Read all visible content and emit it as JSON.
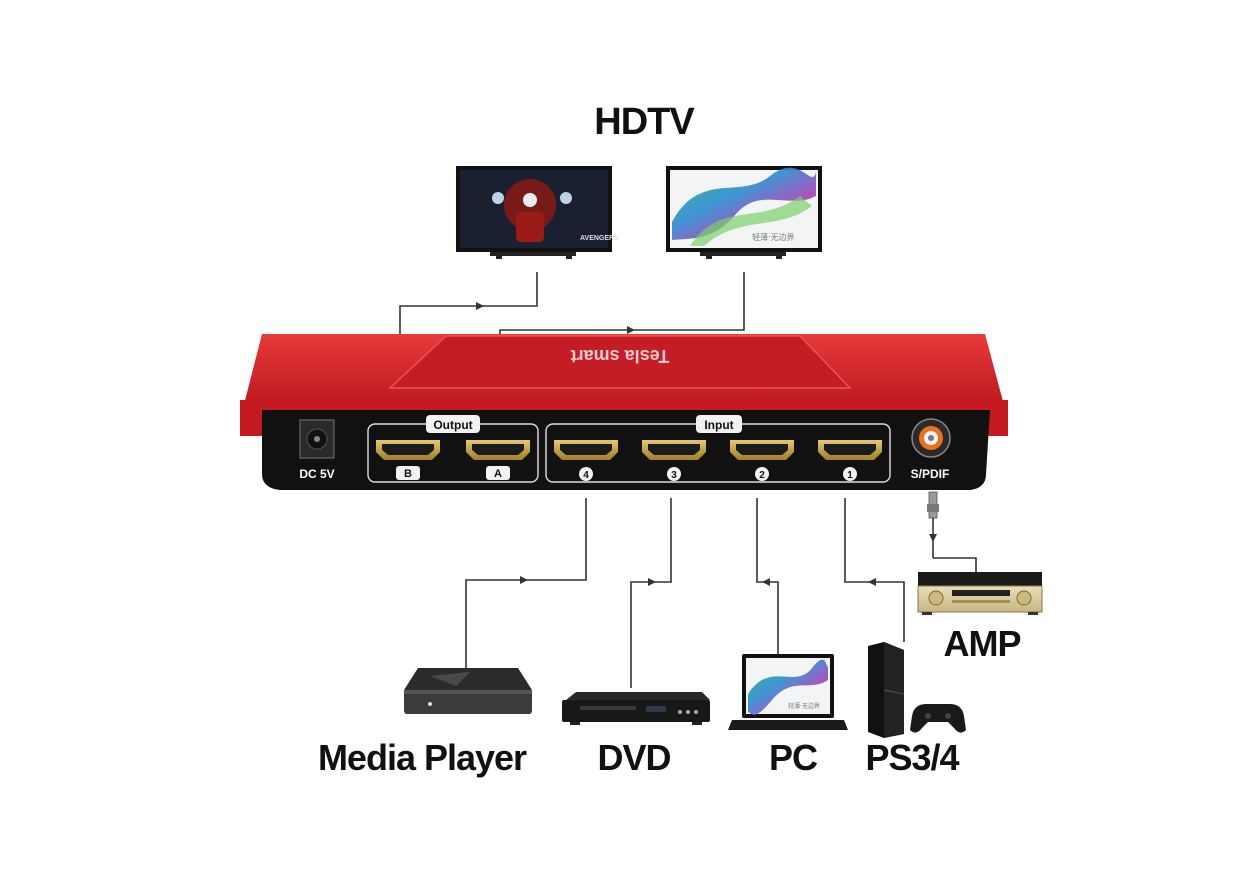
{
  "title": "HDTV",
  "switch": {
    "logo_text": "Tesla smart",
    "dc_label": "DC 5V",
    "output_group_label": "Output",
    "input_group_label": "Input",
    "output_ports": [
      "B",
      "A"
    ],
    "input_ports": [
      "4",
      "3",
      "2",
      "1"
    ],
    "spdif_label": "S/PDIF"
  },
  "tvs": {
    "left_brand_text": "AVENGERS",
    "right_caption": "轻薄·无边界"
  },
  "pc_caption": "轻薄·无边界",
  "devices": {
    "amp": "AMP",
    "media_player": "Media Player",
    "dvd": "DVD",
    "pc": "PC",
    "ps": "PS3/4"
  },
  "colors": {
    "chassis_red": "#d4202a",
    "panel_black": "#111111",
    "hdmi_gold": "#c9a64a",
    "wire": "#333333"
  }
}
